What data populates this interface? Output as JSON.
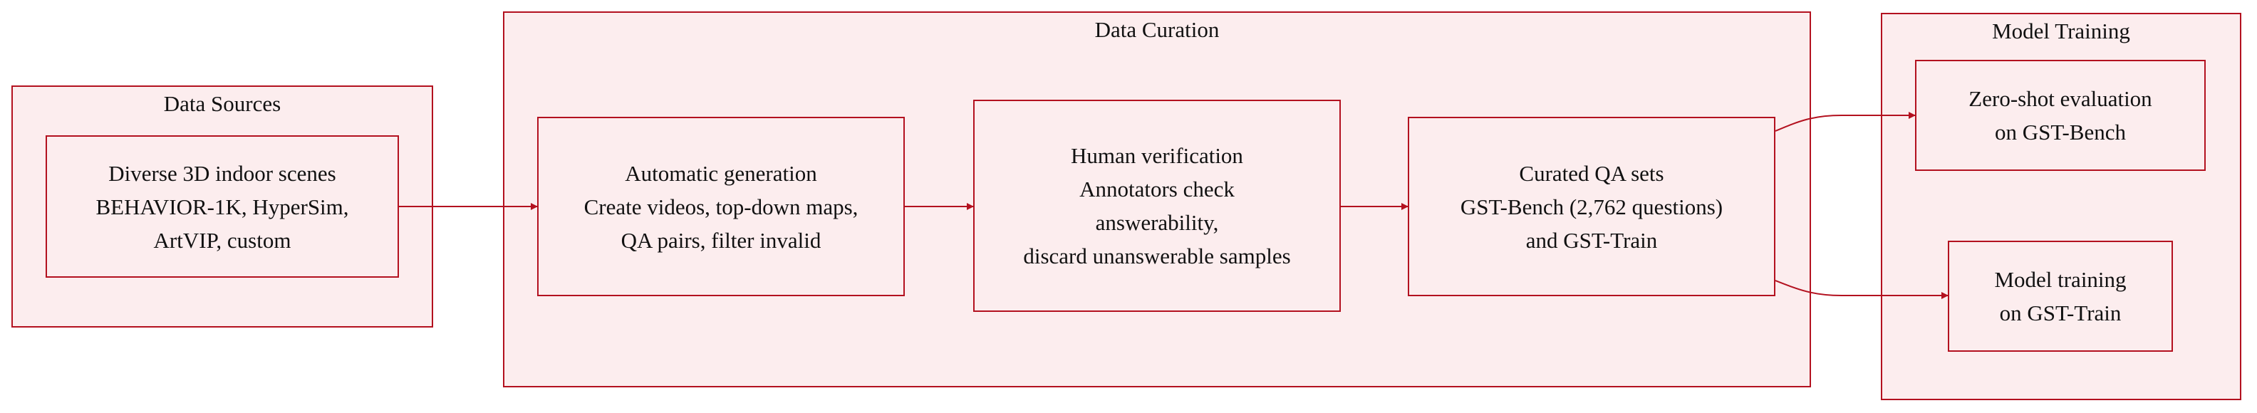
{
  "groups": {
    "sources": {
      "title": "Data Sources"
    },
    "curation": {
      "title": "Data Curation"
    },
    "training": {
      "title": "Model Training"
    }
  },
  "nodes": {
    "scenes": {
      "lines": [
        "Diverse 3D indoor scenes",
        "BEHAVIOR-1K, HyperSim,",
        "ArtVIP, custom"
      ]
    },
    "autogen": {
      "lines": [
        "Automatic generation",
        "Create videos, top-down maps,",
        "QA pairs, filter invalid"
      ]
    },
    "human": {
      "lines": [
        "Human verification",
        "Annotators check",
        "answerability,",
        "discard unanswerable samples"
      ]
    },
    "curated": {
      "lines": [
        "Curated QA sets",
        "GST-Bench (2,762 questions)",
        "and GST-Train"
      ]
    },
    "zeroshot": {
      "lines": [
        "Zero-shot evaluation",
        "on GST-Bench"
      ]
    },
    "train": {
      "lines": [
        "Model training",
        "on GST-Train"
      ]
    }
  },
  "colors": {
    "stroke": "#b3111f",
    "fill": "#fcedee",
    "text": "#111111"
  }
}
